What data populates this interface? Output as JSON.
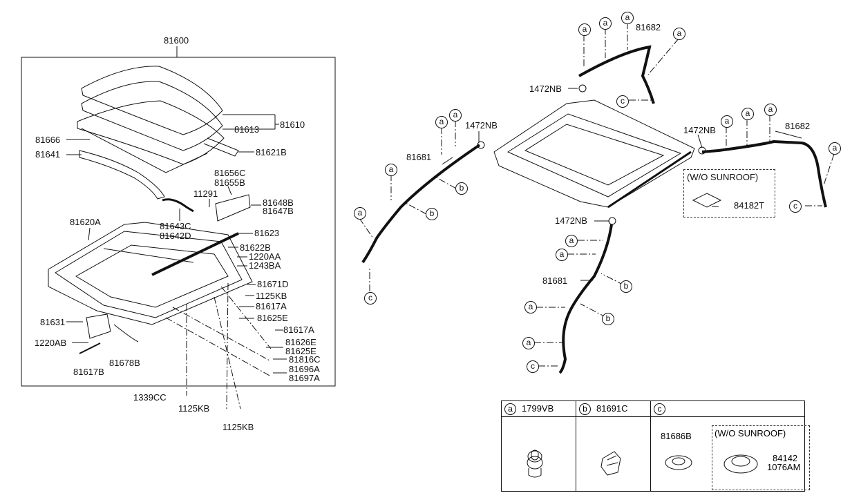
{
  "labels": {
    "assembly": "81600",
    "glass_assy": "81610",
    "glass_seal": "81613",
    "deflector": "81666",
    "weatherstrip": "81641",
    "sunshade_rail": "81621B",
    "cable_c": "81656C",
    "cable_b": "81655B",
    "bolt_11291": "11291",
    "bracket_b": "81648B",
    "bracket_b2": "81647B",
    "guide_c": "81643C",
    "guide_d": "81642D",
    "frame": "81620A",
    "rail_81623": "81623",
    "bracket_81622b": "81622B",
    "screw_1220aa": "1220AA",
    "screw_1243ba": "1243BA",
    "bracket_81671d": "81671D",
    "bolt_1125kb_a": "1125KB",
    "clip_81617a_a": "81617A",
    "clip_81625e": "81625E",
    "clip_81617a_b": "81617A",
    "clip_81626e": "81626E",
    "clip_81625e_b": "81625E",
    "clip_81816c": "81816C",
    "clip_81696a": "81696A",
    "clip_81697a": "81697A",
    "motor": "81631",
    "screw_1220ab": "1220AB",
    "pin_81617b": "81617B",
    "harness": "81678B",
    "nut_1339cc": "1339CC",
    "bolt_1125kb_b": "1125KB",
    "bolt_1125kb_c": "1125KB",
    "clamp_top": "1472NB",
    "clamp_left": "1472NB",
    "clamp_right": "1472NB",
    "clamp_bottom": "1472NB",
    "hose_left_top": "81681",
    "hose_bottom": "81681",
    "hose_top": "81682",
    "hose_right": "81682",
    "wo_sunroof": "(W/O SUNROOF)",
    "plate": "84182T"
  },
  "callouts": {
    "a": "a",
    "b": "b",
    "c": "c"
  },
  "legend": {
    "col_a_code": "1799VB",
    "col_b_code": "81691C",
    "col_c_part": "81686B",
    "col_c_wo": "(W/O SUNROOF)",
    "col_c_part2": "84142",
    "col_c_part3": "1076AM"
  }
}
